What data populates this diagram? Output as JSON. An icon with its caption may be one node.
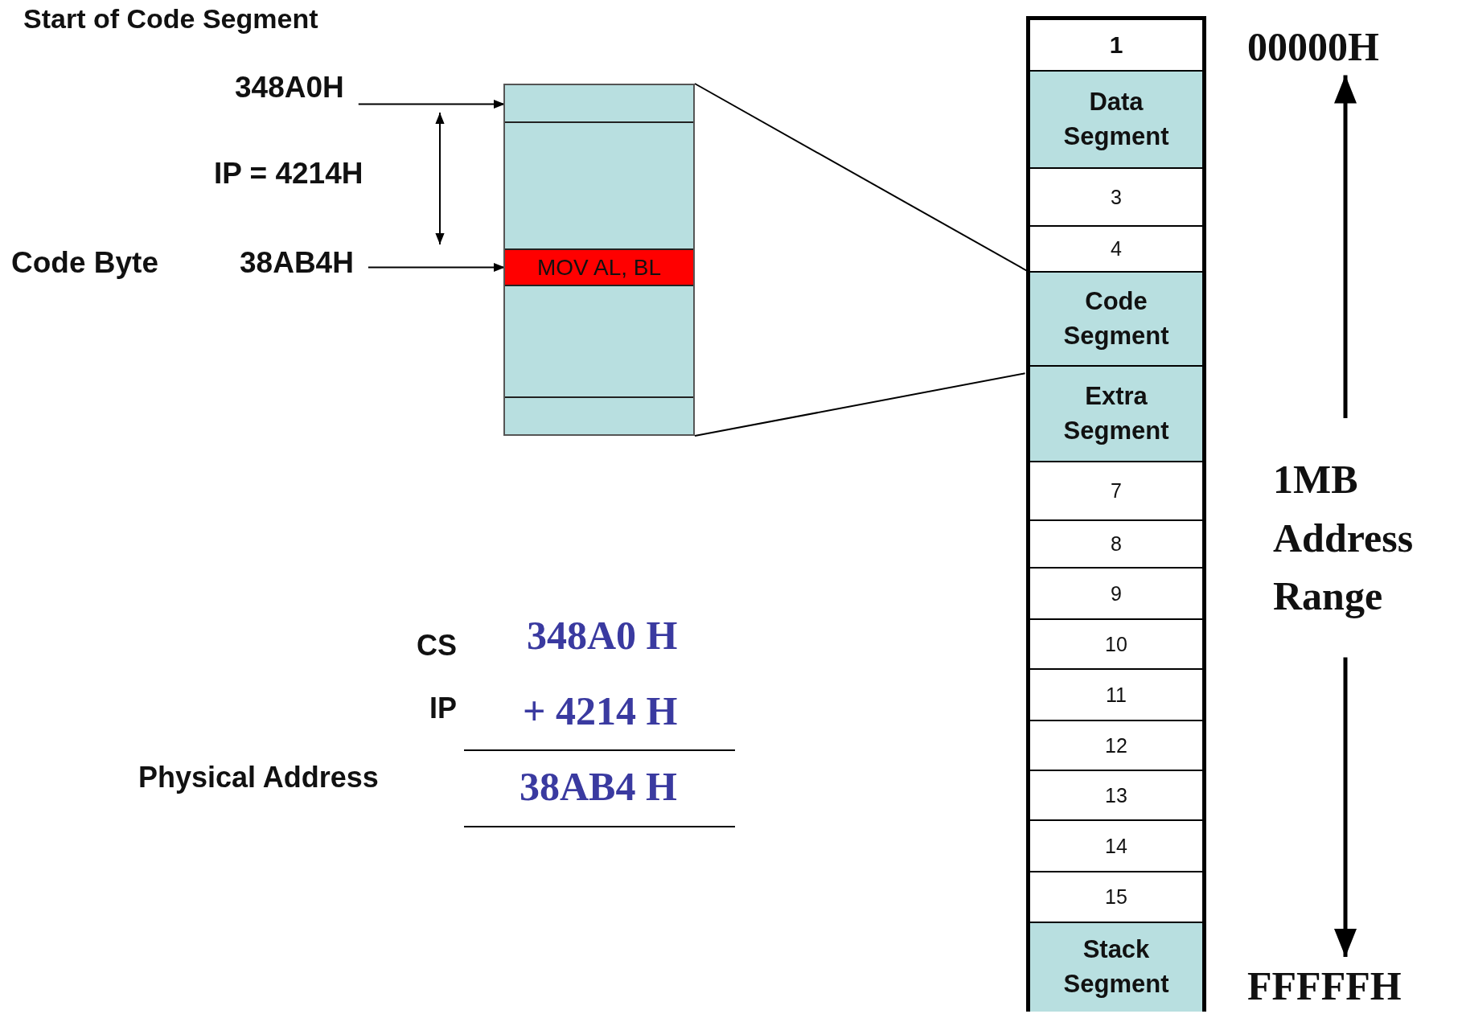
{
  "diagram": {
    "nodes": [
      {
        "text": [],
        "shape": "box"
      },
      {
        "text": [],
        "shape": "box",
        "in": 0
      },
      {
        "text": [
          "MOV AL, BL"
        ],
        "in": 0
      },
      {
        "text": [],
        "shape": "box",
        "in": 0
      },
      {
        "text": [
          "348A0H"
        ]
      },
      {
        "text": [
          "38AB4H"
        ]
      },
      {
        "text": [],
        "shape": "box"
      },
      {
        "text": [
          "1"
        ],
        "in": 6
      },
      {
        "text": [
          "Data Segment"
        ],
        "in": 6
      },
      {
        "text": [
          "3"
        ],
        "in": 6
      },
      {
        "text": [
          "4"
        ],
        "in": 6
      },
      {
        "text": [
          "Code Segment"
        ],
        "in": 6
      },
      {
        "text": [
          "Extra Segment"
        ],
        "in": 6
      },
      {
        "text": [
          "7"
        ],
        "in": 6
      },
      {
        "text": [
          "8"
        ],
        "in": 6
      },
      {
        "text": [
          "9"
        ],
        "in": 6
      },
      {
        "text": [
          "10"
        ],
        "in": 6
      },
      {
        "text": [
          "11"
        ],
        "in": 6
      },
      {
        "text": [
          "12"
        ],
        "in": 6
      },
      {
        "text": [
          "13"
        ],
        "in": 6
      },
      {
        "text": [
          "14"
        ],
        "in": 6
      },
      {
        "text": [
          "15"
        ],
        "in": 6
      },
      {
        "text": [
          "Stack Segment"
        ],
        "in": 6
      },
      {
        "text": [
          "00000H"
        ]
      },
      {
        "text": [
          "1MB Address Range"
        ]
      },
      {
        "text": [
          "FFFFFH"
        ]
      }
    ],
    "edges": [
      {
        "from": 4,
        "to": 1,
        "arrow": "to"
      },
      {
        "from": 5,
        "to": 2,
        "arrow": "to"
      },
      {
        "from": 0,
        "to": 11,
        "arrow": "none"
      },
      {
        "from": 0,
        "to": 12,
        "arrow": "none"
      },
      {
        "from": 24,
        "to": 23,
        "arrow": "to",
        "style": "thick"
      },
      {
        "from": 24,
        "to": 25,
        "arrow": "to",
        "style": "thick"
      }
    ],
    "labels": [
      "Start of Code Segment",
      "IP = 4214H",
      "Code Byte",
      "CS",
      "348A0 H",
      "IP",
      "+ 4214 H",
      "Physical Address",
      "38AB4 H"
    ]
  }
}
